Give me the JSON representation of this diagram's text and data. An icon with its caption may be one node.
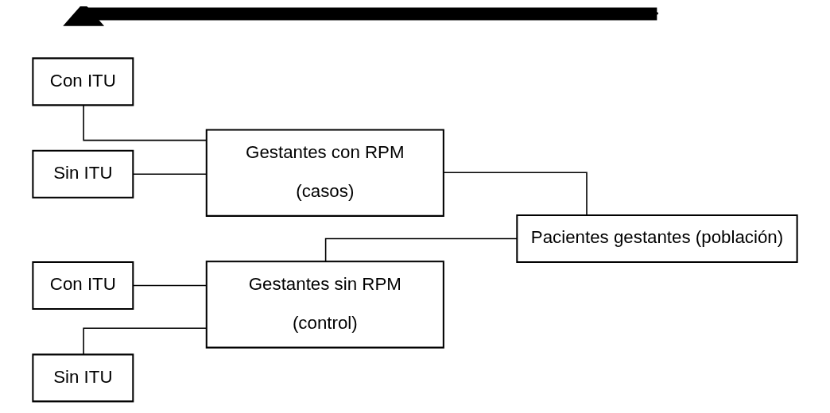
{
  "diagram": {
    "nodes": [
      {
        "text": [
          "Con ITU"
        ]
      },
      {
        "text": [
          "Sin ITU"
        ]
      },
      {
        "text": [
          "Gestantes con RPM",
          "(casos)"
        ]
      },
      {
        "text": [
          "Con ITU"
        ]
      },
      {
        "text": [
          "Sin ITU"
        ]
      },
      {
        "text": [
          "Gestantes sin RPM",
          "(control)"
        ]
      },
      {
        "text": [
          "Pacientes gestantes (población)"
        ]
      }
    ],
    "edges": [
      {
        "from": 0,
        "to": 2,
        "arrow": "none"
      },
      {
        "from": 1,
        "to": 2,
        "arrow": "none"
      },
      {
        "from": 3,
        "to": 5,
        "arrow": "none"
      },
      {
        "from": 4,
        "to": 5,
        "arrow": "none"
      },
      {
        "from": 2,
        "to": 6,
        "arrow": "none"
      },
      {
        "from": 5,
        "to": 6,
        "arrow": "none"
      }
    ]
  }
}
